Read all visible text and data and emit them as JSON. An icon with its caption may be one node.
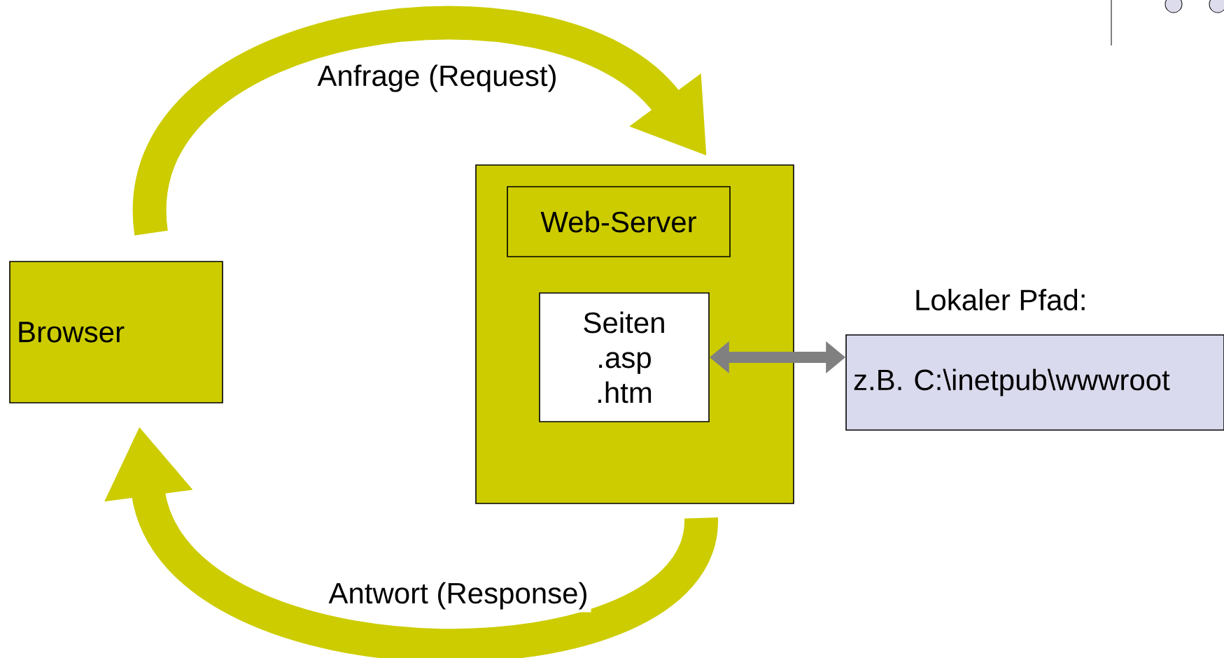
{
  "diagram": {
    "nodes": [
      {
        "text": [
          "Browser"
        ]
      },
      {
        "text": [],
        "shape": "box"
      },
      {
        "text": [
          "Web-Server"
        ],
        "in": 1
      },
      {
        "text": [
          "Seiten .asp .htm"
        ],
        "in": 1
      },
      {
        "text": [
          "Lokaler Pfad:",
          "z.B. C:\\inetpub\\wwwroot"
        ]
      }
    ],
    "edges": [
      {
        "from": 0,
        "to": 1,
        "arrow": "to",
        "label": "Anfrage (Request)"
      },
      {
        "from": 1,
        "to": 0,
        "arrow": "to",
        "label": "Antwort (Response)"
      },
      {
        "from": 3,
        "to": 4,
        "arrow": "both",
        "color": "#808080"
      }
    ]
  }
}
